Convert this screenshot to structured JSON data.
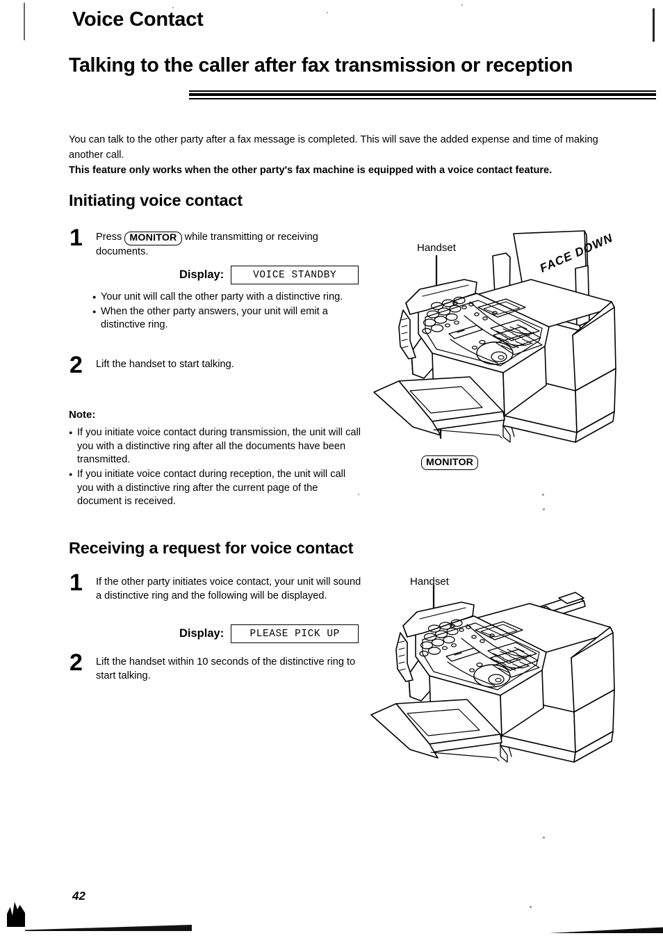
{
  "document": {
    "chapter_title": "Voice Contact",
    "section_title": "Talking to the caller after fax transmission or reception",
    "page_number": "42"
  },
  "intro": {
    "line1": "You can talk to the other party after a fax message is completed. This will save the added expense and time of making another call.",
    "line2_bold": "This feature only works when the other party's fax machine is equipped with a voice contact feature."
  },
  "initiating": {
    "heading": "Initiating voice contact",
    "step1": {
      "number": "1",
      "text_before_key": "Press",
      "key_label": "MONITOR",
      "text_after_key": "while transmitting or receiving documents."
    },
    "display": {
      "label": "Display:",
      "value": "VOICE STANDBY"
    },
    "bullets": [
      "Your unit will call the other party with a distinctive ring.",
      "When the other party answers, your unit will emit a distinctive ring."
    ],
    "step2": {
      "number": "2",
      "text": "Lift the handset to start talking."
    }
  },
  "note": {
    "label": "Note:",
    "bullets": [
      "If you initiate voice contact during transmission, the unit will call you with a distinctive ring after all the documents have been transmitted.",
      "If you initiate voice contact during reception, the unit will call you with a distinctive ring after the current page of the document is received."
    ]
  },
  "receiving": {
    "heading": "Receiving a request for voice contact",
    "step1": {
      "number": "1",
      "text": "If the other party initiates voice contact, your unit will sound a distinctive ring and the following will be displayed."
    },
    "display": {
      "label": "Display:",
      "value": "PLEASE PICK UP"
    },
    "step2": {
      "number": "2",
      "text": "Lift the handset within 10 seconds of the distinctive ring to start talking."
    }
  },
  "illustrations": {
    "figure1": {
      "handset_label": "Handset",
      "paper_label": "FACE DOWN",
      "monitor_callout": "MONITOR"
    },
    "figure2": {
      "handset_label": "Handset"
    }
  },
  "colors": {
    "ink": "#000000",
    "paper": "#ffffff"
  }
}
